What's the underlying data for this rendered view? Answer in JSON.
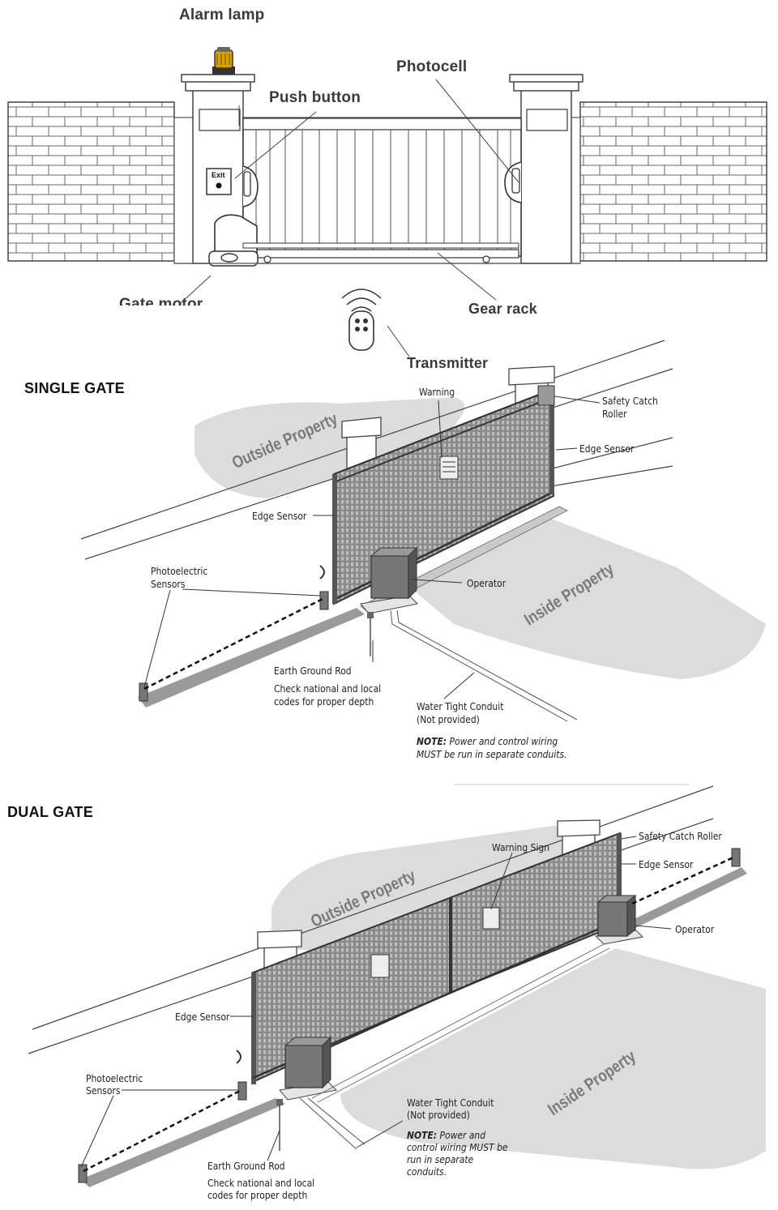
{
  "top_illustration": {
    "labels": {
      "alarm_lamp": "Alarm lamp",
      "push_button": "Push button",
      "photocell": "Photocell",
      "gate_motor": "Gate motor",
      "gear_rack": "Gear rack",
      "transmitter": "Transmitter",
      "exit_sign": "Exit"
    }
  },
  "single_gate": {
    "heading": "SINGLE GATE",
    "labels": {
      "warning": "Warning",
      "safety_catch_roller_1": "Safety Catch",
      "safety_catch_roller_2": "Roller",
      "edge_sensor_right": "Edge Sensor",
      "edge_sensor_left": "Edge Sensor",
      "outside_property": "Outside Property",
      "inside_property": "Inside Property",
      "photoelectric_1": "Photoelectric",
      "photoelectric_2": "Sensors",
      "operator": "Operator",
      "earth_ground_rod": "Earth Ground Rod",
      "check_codes_1": "Check national and local",
      "check_codes_2": "codes for proper depth",
      "conduit_1": "Water Tight Conduit",
      "conduit_2": "(Not provided)",
      "note_label": "NOTE:",
      "note_1": " Power and control wiring",
      "note_2": "MUST be run in separate conduits."
    }
  },
  "dual_gate": {
    "heading": "DUAL GATE",
    "labels": {
      "warning_sign": "Warning Sign",
      "safety_catch_roller": "Safety Catch Roller",
      "edge_sensor_right": "Edge Sensor",
      "operator": "Operator",
      "outside_property": "Outside Property",
      "inside_property": "Inside Property",
      "edge_sensor_left": "Edge Sensor",
      "photoelectric_1": "Photoelectric",
      "photoelectric_2": "Sensors",
      "conduit_1": "Water Tight Conduit",
      "conduit_2": "(Not provided)",
      "note_label": "NOTE:",
      "note_1": " Power and",
      "note_2": "control wiring MUST be",
      "note_3": "run in separate",
      "note_4": "conduits.",
      "earth_ground_rod": "Earth Ground Rod",
      "check_codes_1": "Check national and local",
      "check_codes_2": "codes for proper depth"
    }
  }
}
